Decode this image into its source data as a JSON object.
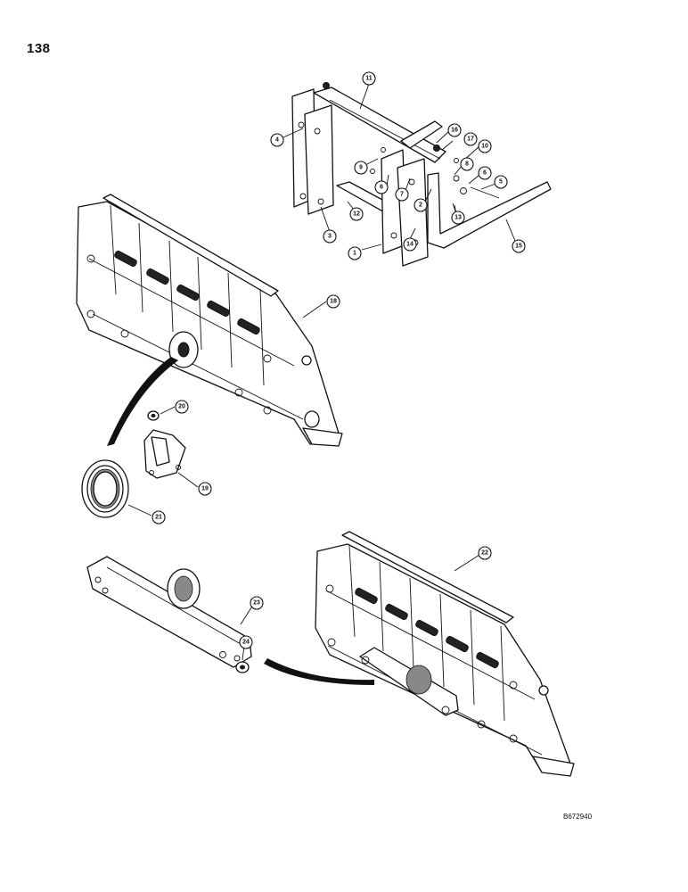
{
  "page_number": "138",
  "drawing_code": "B672940",
  "callouts": [
    {
      "n": "1"
    },
    {
      "n": "2"
    },
    {
      "n": "3"
    },
    {
      "n": "4"
    },
    {
      "n": "5"
    },
    {
      "n": "6"
    },
    {
      "n": "6"
    },
    {
      "n": "7"
    },
    {
      "n": "8"
    },
    {
      "n": "9"
    },
    {
      "n": "10"
    },
    {
      "n": "11"
    },
    {
      "n": "12"
    },
    {
      "n": "13"
    },
    {
      "n": "14"
    },
    {
      "n": "15"
    },
    {
      "n": "16"
    },
    {
      "n": "17"
    },
    {
      "n": "18"
    },
    {
      "n": "19"
    },
    {
      "n": "20"
    },
    {
      "n": "21"
    },
    {
      "n": "22"
    },
    {
      "n": "23"
    },
    {
      "n": "24"
    }
  ]
}
